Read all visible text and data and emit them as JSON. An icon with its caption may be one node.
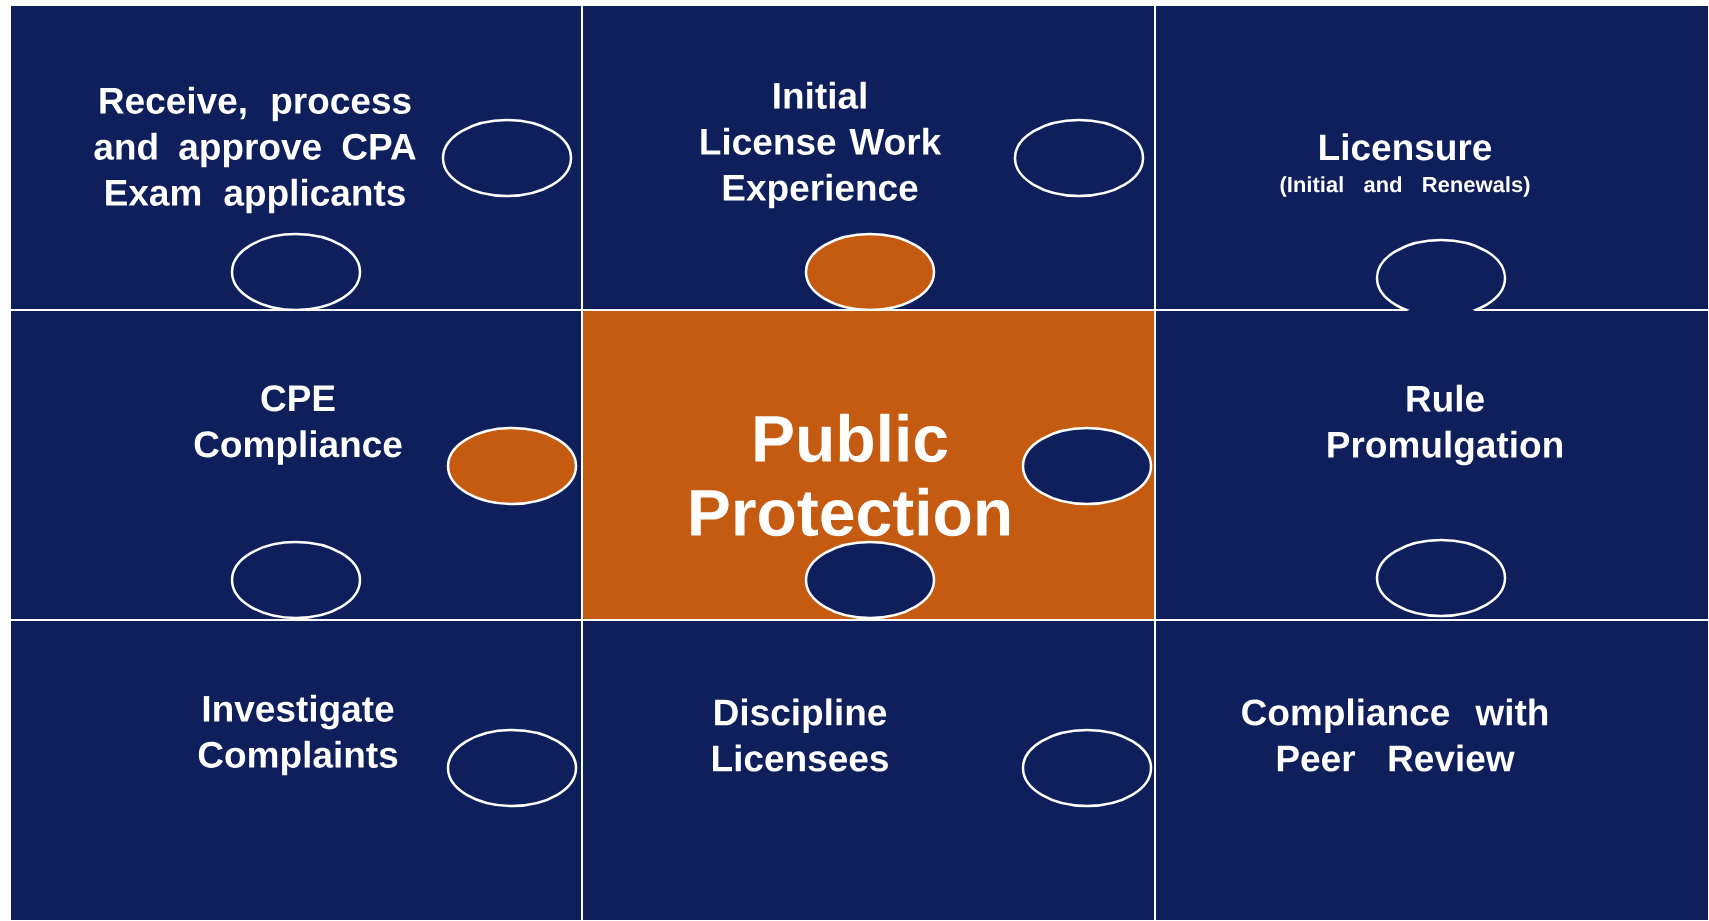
{
  "diagram": {
    "nodes": [
      {
        "text": [
          "Receive, process and approve CPA Exam applicants"
        ]
      },
      {
        "text": [
          "Initial License Work Experience"
        ]
      },
      {
        "text": [
          "Licensure",
          "(Initial and Renewals)"
        ]
      },
      {
        "text": [
          "CPE Compliance"
        ]
      },
      {
        "text": [
          "Public Protection"
        ]
      },
      {
        "text": [
          "Rule Promulgation"
        ]
      },
      {
        "text": [
          "Investigate Complaints"
        ]
      },
      {
        "text": [
          "Discipline Licensees"
        ]
      },
      {
        "text": [
          "Compliance with Peer Review"
        ]
      }
    ]
  }
}
